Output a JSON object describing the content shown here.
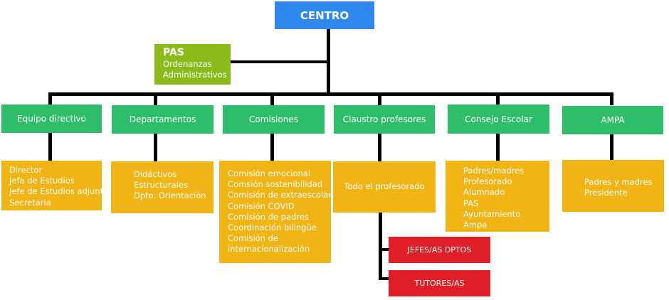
{
  "root": {
    "label": "CENTRO"
  },
  "pas": {
    "title": "PAS",
    "items": [
      "Ordenanzas",
      "Administrativos"
    ]
  },
  "categories": [
    {
      "label": "Equipo directivo",
      "items": [
        "Director",
        "Jefa de Estudios",
        "Jefe de Estudios adjunto",
        "Secretaria"
      ]
    },
    {
      "label": "Departamentos",
      "items": [
        "Didáctivos",
        "Estructurales",
        "Dpto. Orientación"
      ]
    },
    {
      "label": "Comisiones",
      "items": [
        "Comisión emocional",
        "Comsión sostenibilidad",
        "Comisión de extraescolares",
        "Comisión COVID",
        "Comisión de padres",
        "Coordinación bilingüe",
        "Comisión de",
        "internacionalización"
      ]
    },
    {
      "label": "Claustro profesores",
      "items": [
        "Todo el profesorado"
      ]
    },
    {
      "label": "Consejo Escolar",
      "items": [
        "Padres/madres",
        "Profesorado",
        "Alumnado",
        "PAS",
        "Ayuntamiento",
        "Ampa"
      ]
    },
    {
      "label": "AMPA",
      "items": [
        "Padres y madres",
        "Presidente"
      ]
    }
  ],
  "claustro_sub": [
    {
      "label": "JEFES/AS DPTOS"
    },
    {
      "label": "TUTORES/AS"
    }
  ],
  "colors": {
    "root": "#2f87f0",
    "pas": "#8bbb1b",
    "category": "#2ebd68",
    "members": "#f0b414",
    "sub": "#e01e27",
    "connector": "#000000"
  }
}
